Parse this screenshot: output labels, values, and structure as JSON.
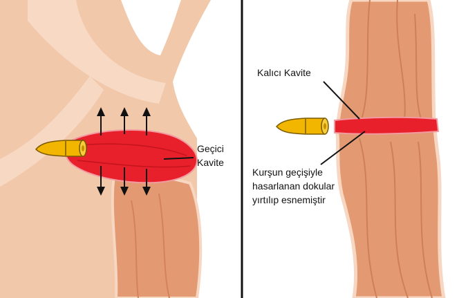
{
  "left_panel": {
    "label_line1": "Geçici",
    "label_line2": "Kavite"
  },
  "right_panel": {
    "permanent_label": "Kalıcı Kavite",
    "damage_line1": "Kurşun geçişiyle",
    "damage_line2": "hasarlanan dokular",
    "damage_line3": "yırtılıp esnemiştir"
  },
  "colors": {
    "skin": "#e9a27b",
    "skin_light": "#f3c3a3",
    "skin_edge": "#f7d6c2",
    "cavity": "#e8202b",
    "bullet": "#f2b600",
    "divider": "#111111"
  }
}
